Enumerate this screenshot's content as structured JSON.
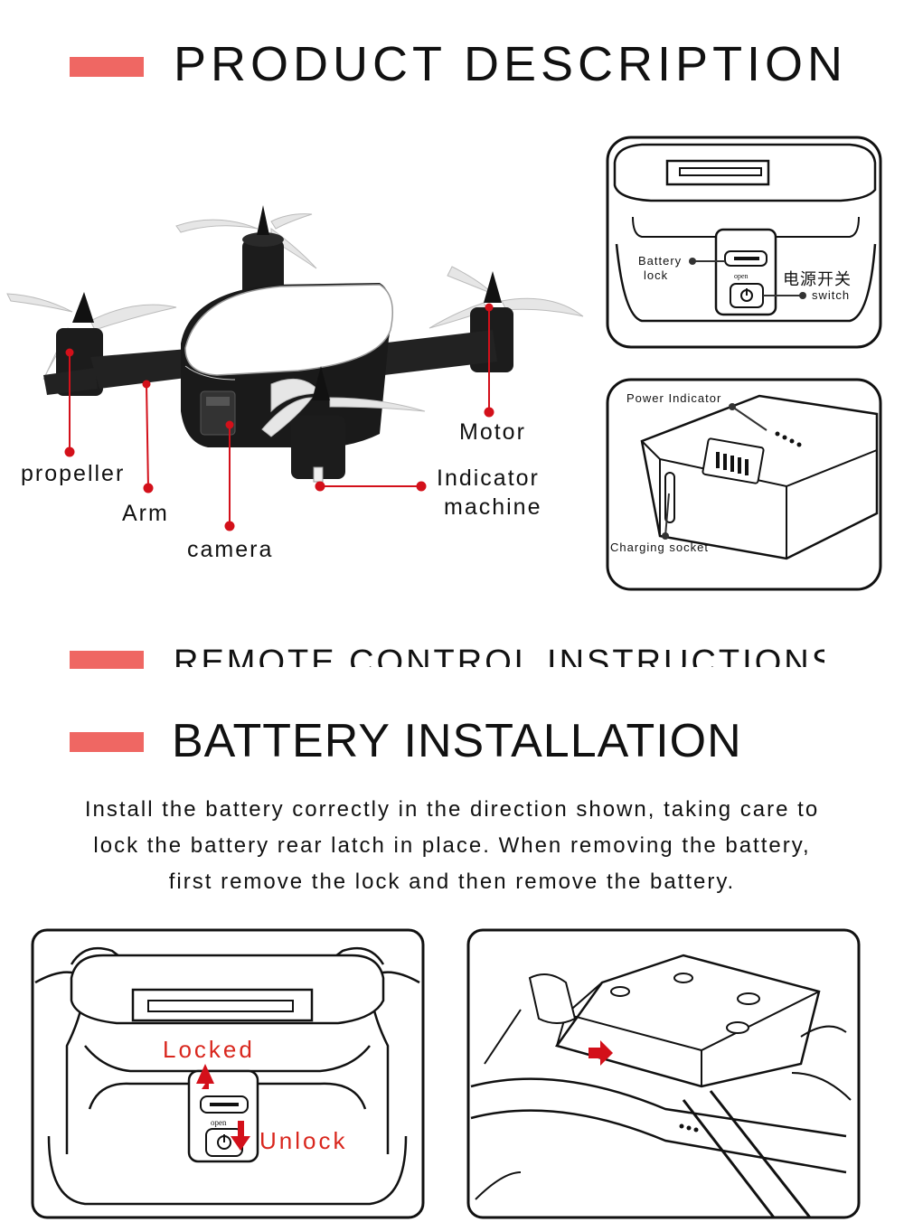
{
  "sections": {
    "product_title": "PRODUCT DESCRIPTION",
    "remote_title": "REMOTE CONTROL INSTRUCTIONS",
    "battery_title": "BATTERY INSTALLATION"
  },
  "drone_labels": {
    "propeller": "propeller",
    "arm": "Arm",
    "camera": "camera",
    "motor": "Motor",
    "indicator_line1": "Indicator",
    "indicator_line2": "machine"
  },
  "panel_top": {
    "battery_lock_line1": "Battery",
    "battery_lock_line2": "lock",
    "open_label": "open",
    "power_switch_cn": "电源开关",
    "switch_label": "switch"
  },
  "panel_battery": {
    "power_indicator": "Power Indicator",
    "charging_socket": "Charging socket"
  },
  "battery_description": [
    "Install the battery correctly in the direction shown, taking care to",
    "lock the battery rear latch in place. When removing the battery,",
    "first remove the lock and then remove the battery."
  ],
  "install_panel": {
    "locked": "Locked",
    "unlock": "Unlock",
    "open_label": "open"
  },
  "colors": {
    "accent_bar": "#ef6763",
    "callout_red": "#d3101a",
    "label_red": "#d9271e"
  }
}
